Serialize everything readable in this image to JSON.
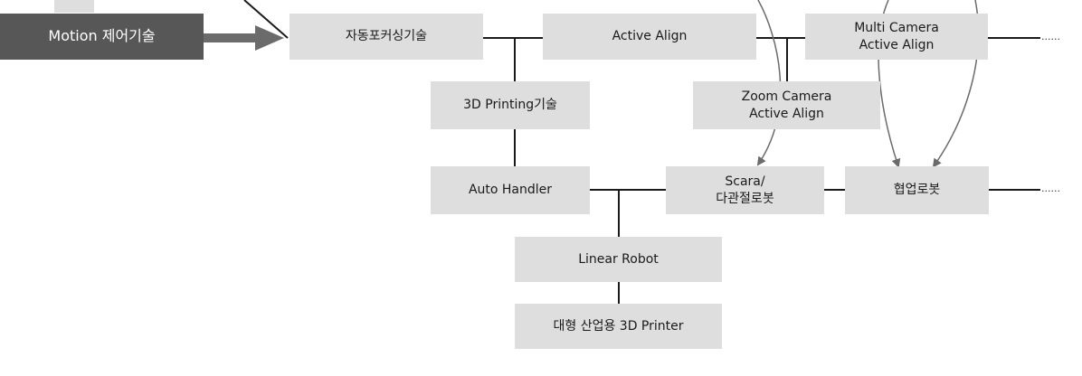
{
  "nodes": {
    "motion": "Motion 제어기술",
    "autofocus": "자동포커싱기술",
    "active_align": "Active Align",
    "multi_camera": [
      "Multi Camera",
      "Active Align"
    ],
    "printing_3d": "3D Printing기술",
    "zoom_camera": [
      "Zoom Camera",
      "Active Align"
    ],
    "auto_handler": "Auto Handler",
    "scara": [
      "Scara/",
      "다관절로봇"
    ],
    "cobot": "협업로봇",
    "linear_robot": "Linear Robot",
    "large_printer": "대형 산업용 3D Printer"
  },
  "continuation": "......",
  "colors": {
    "box_fill": "#dedede",
    "dark_box_fill": "#575757",
    "line": "#1a1a1a",
    "arrow_gray": "#6b6b6b",
    "underline_red": "#e01b1b",
    "underline_green": "#2bd62b"
  }
}
